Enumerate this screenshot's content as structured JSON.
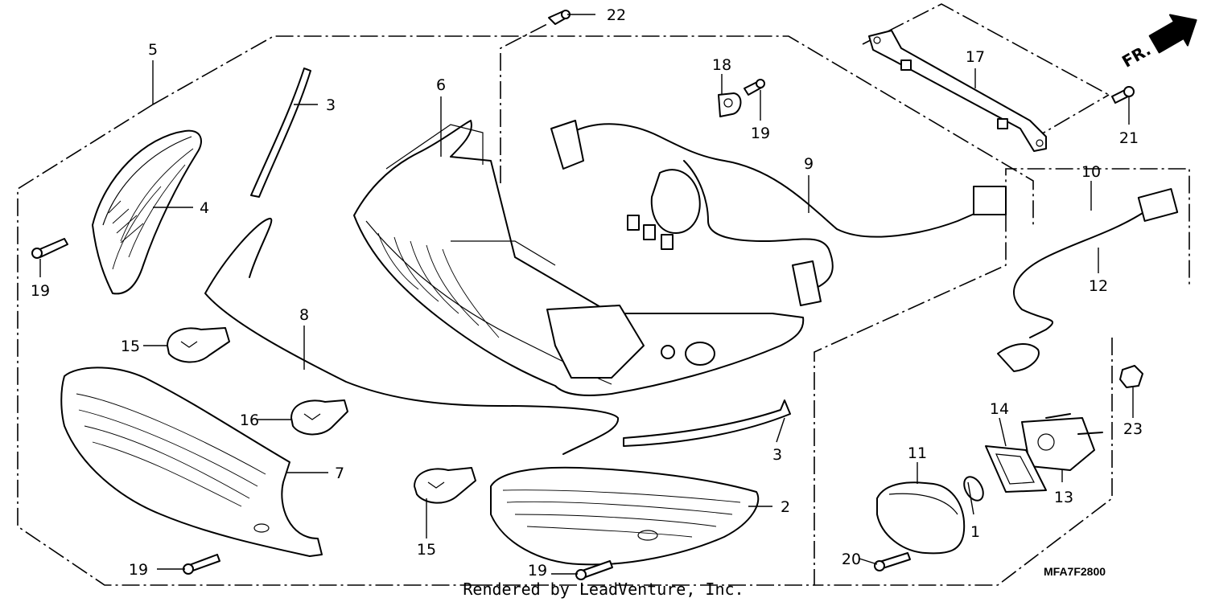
{
  "diagram": {
    "drawing_code": "MFA7F2800",
    "credit": "Rendered by LeadVenture, Inc.",
    "direction_label": "FR.",
    "callouts": [
      {
        "id": "c1",
        "label": "1"
      },
      {
        "id": "c2",
        "label": "2"
      },
      {
        "id": "c3a",
        "label": "3"
      },
      {
        "id": "c3b",
        "label": "3"
      },
      {
        "id": "c4",
        "label": "4"
      },
      {
        "id": "c5",
        "label": "5"
      },
      {
        "id": "c6",
        "label": "6"
      },
      {
        "id": "c7",
        "label": "7"
      },
      {
        "id": "c8",
        "label": "8"
      },
      {
        "id": "c9",
        "label": "9"
      },
      {
        "id": "c10",
        "label": "10"
      },
      {
        "id": "c11",
        "label": "11"
      },
      {
        "id": "c12",
        "label": "12"
      },
      {
        "id": "c13",
        "label": "13"
      },
      {
        "id": "c14",
        "label": "14"
      },
      {
        "id": "c15a",
        "label": "15"
      },
      {
        "id": "c15b",
        "label": "15"
      },
      {
        "id": "c16",
        "label": "16"
      },
      {
        "id": "c17",
        "label": "17"
      },
      {
        "id": "c18",
        "label": "18"
      },
      {
        "id": "c19a",
        "label": "19"
      },
      {
        "id": "c19b",
        "label": "19"
      },
      {
        "id": "c19c",
        "label": "19"
      },
      {
        "id": "c19d",
        "label": "19"
      },
      {
        "id": "c20",
        "label": "20"
      },
      {
        "id": "c21",
        "label": "21"
      },
      {
        "id": "c22",
        "label": "22"
      },
      {
        "id": "c23",
        "label": "23"
      }
    ]
  }
}
